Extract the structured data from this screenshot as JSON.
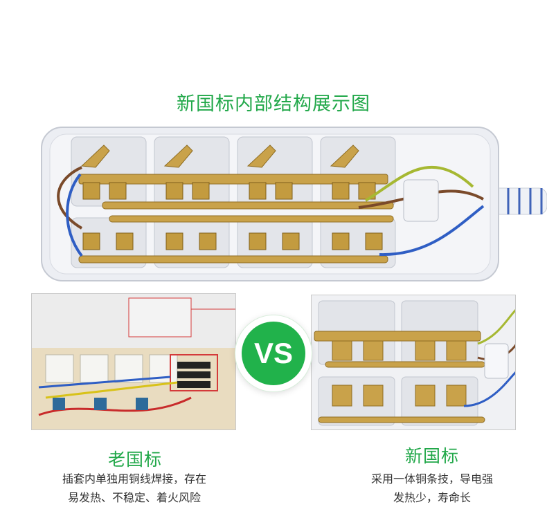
{
  "header": {
    "title": "新国标内部结构展示图"
  },
  "comparison": {
    "badge": "VS",
    "old": {
      "title": "老国标",
      "desc_line1": "插套内单独用铜线焊接，存在",
      "desc_line2": "易发热、不稳定、着火风险"
    },
    "new": {
      "title": "新国标",
      "desc_line1": "采用一体铜条技，导电强",
      "desc_line2": "发热少，寿命长"
    }
  },
  "colors": {
    "accent_green": "#22a84a",
    "badge_green": "#21b24b",
    "copper": "#c9a24a",
    "text_dark": "#333333"
  }
}
